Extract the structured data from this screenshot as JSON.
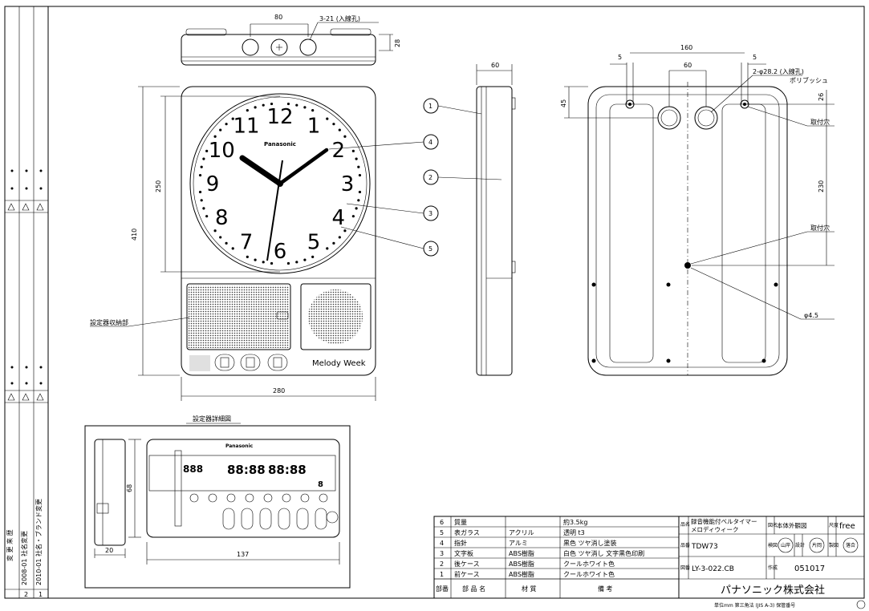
{
  "top_view": {
    "dim_width": "80",
    "dim_hole": "3-21 (入線孔)",
    "dim_depth": "28"
  },
  "front_view": {
    "brand": "Panasonic",
    "dial_numbers": [
      "12",
      "1",
      "2",
      "3",
      "4",
      "5",
      "6",
      "7",
      "8",
      "9",
      "10",
      "11"
    ],
    "dim_height": "410",
    "dim_dial": "250",
    "dim_width": "280",
    "label_storage": "設定器収納部",
    "melody": "Melody Week",
    "callouts": [
      "1",
      "2",
      "3",
      "4",
      "5"
    ]
  },
  "side_view": {
    "dim_depth": "60"
  },
  "back_view": {
    "dim_160": "160",
    "dim_60": "60",
    "dim_5a": "5",
    "dim_5b": "5",
    "dim_45": "45",
    "dim_26": "26",
    "dim_230": "230",
    "hole_note": "2-φ28.2 (入線孔)",
    "bushing": "ポリブッシュ",
    "mount1": "取付穴",
    "mount2": "取付穴",
    "dim_phi": "φ4.5"
  },
  "detail": {
    "title": "設定器詳細図",
    "brand": "Panasonic",
    "dim_68": "68",
    "dim_20": "20",
    "dim_137": "137",
    "digits": [
      "888",
      "88:88",
      "88:88",
      "8"
    ]
  },
  "revision": {
    "rows": [
      {
        "sym": "1",
        "text": "2010-01 社名・ブランド変更"
      },
      {
        "sym": "2",
        "text": "2008-01 社名変更"
      }
    ],
    "header": "変 更 来 歴"
  },
  "parts": {
    "headers": [
      "部番",
      "部 品 名",
      "材 質",
      "備 考"
    ],
    "rows": [
      {
        "no": "6",
        "name": "質量",
        "material": "",
        "note": "約3.5kg"
      },
      {
        "no": "5",
        "name": "表ガラス",
        "material": "アクリル",
        "note": "透明 t3"
      },
      {
        "no": "4",
        "name": "指針",
        "material": "アルミ",
        "note": "黒色 ツヤ消し塗装"
      },
      {
        "no": "3",
        "name": "文字板",
        "material": "ABS樹脂",
        "note": "白色 ツヤ消し 文字黒色印刷"
      },
      {
        "no": "2",
        "name": "後ケース",
        "material": "ABS樹脂",
        "note": "クールホワイト色"
      },
      {
        "no": "1",
        "name": "前ケース",
        "material": "ABS樹脂",
        "note": "クールホワイト色"
      }
    ]
  },
  "title_block": {
    "product_label": "品名",
    "product_name_1": "録音機能付ベルタイマー",
    "product_name_2": "メロディウィーク",
    "drawing_label": "図名",
    "drawing_name": "本体外観図",
    "scale_label": "尺度",
    "scale": "free",
    "model_label": "品番",
    "model": "TDW73",
    "check_label": "検図",
    "check": "山岸",
    "design_label": "設計",
    "design": "片岡",
    "draw_label": "製図",
    "draw": "落合",
    "number_label": "図番",
    "number": "LY-3-022.CB",
    "made_label": "作成",
    "date": "051017",
    "company": "パナソニック株式会社",
    "footer": "単位mm 第三角法 (JIS A-3) 保管番号"
  }
}
